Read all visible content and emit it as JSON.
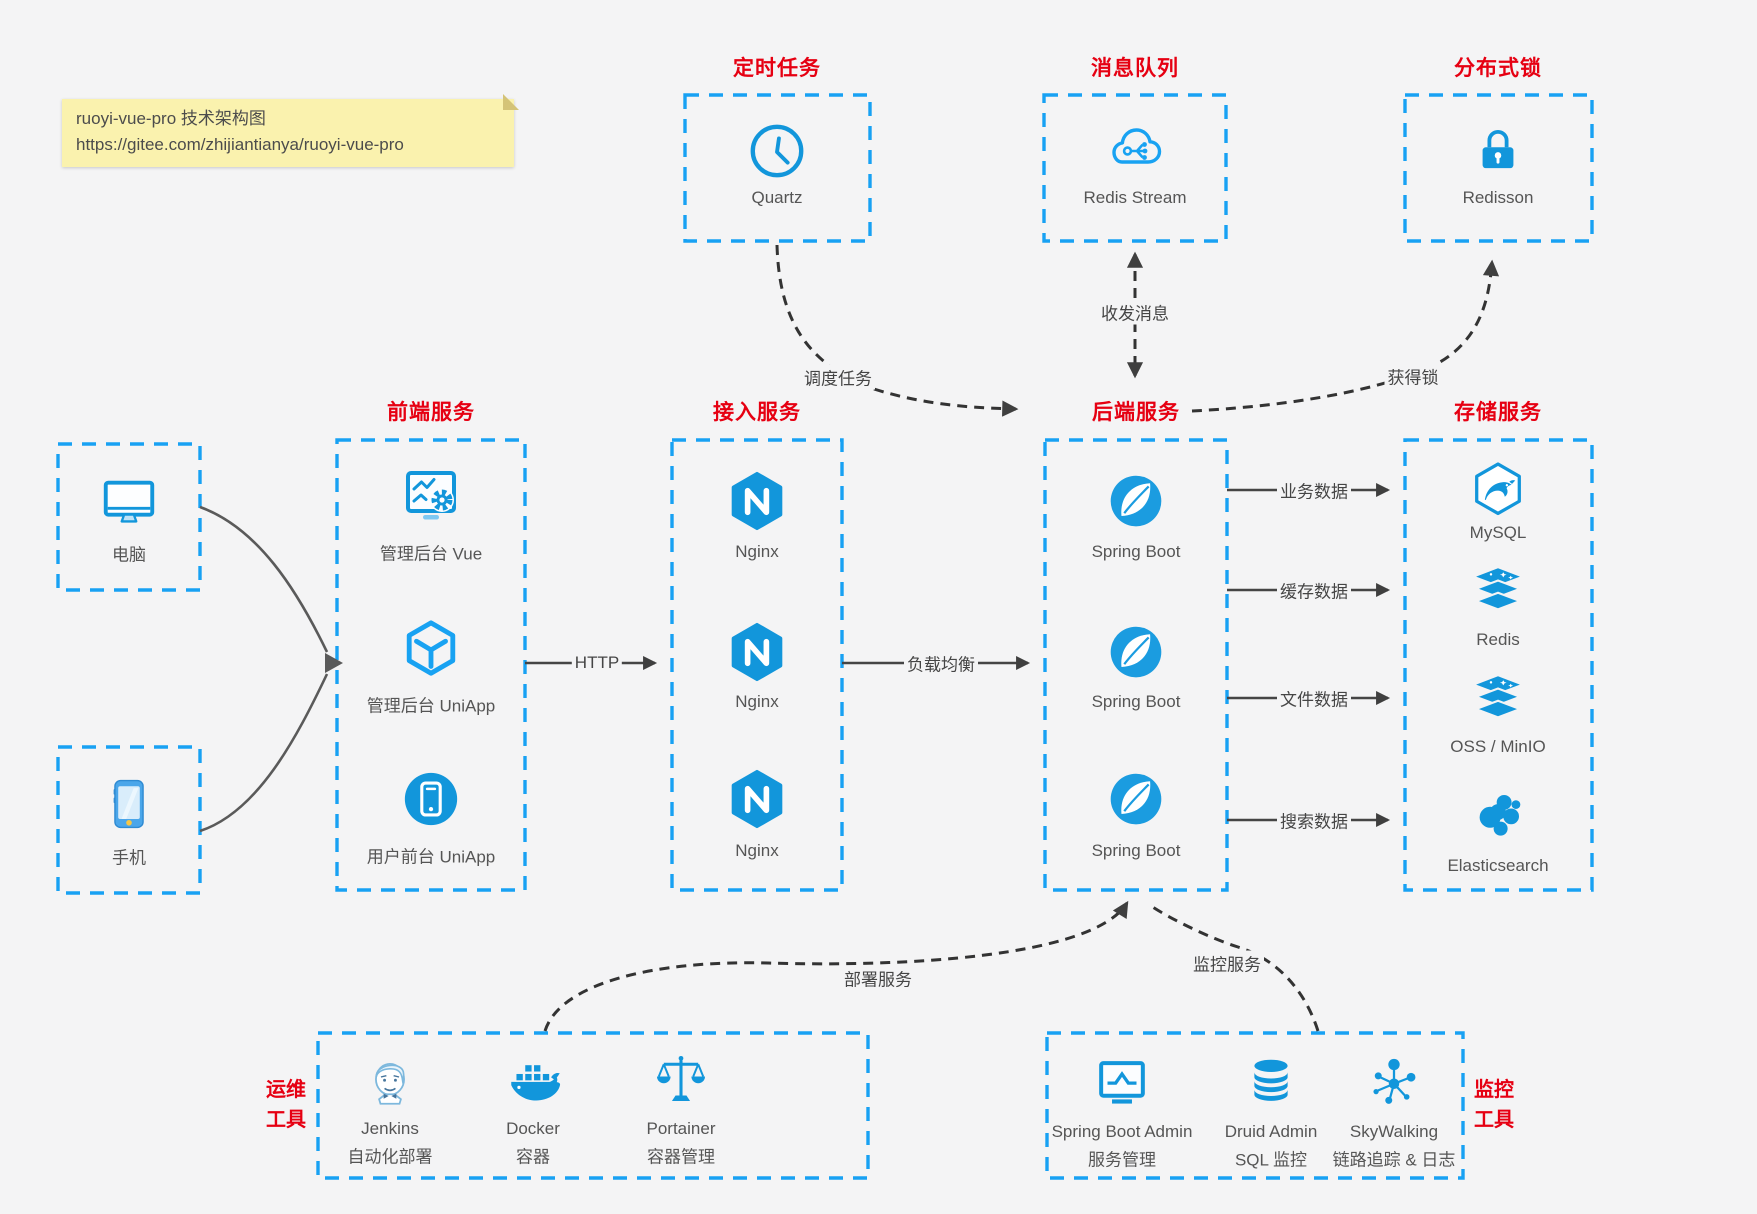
{
  "note": {
    "line1": "ruoyi-vue-pro 技术架构图",
    "line2": "https://gitee.com/zhijiantianya/ruoyi-vue-pro"
  },
  "colors": {
    "box_border": "#18a1f3",
    "icon_blue": "#1296db",
    "title_red": "#e60012",
    "note_bg": "#faf2ae",
    "canvas_bg": "#f4f4f5",
    "arrow_dark": "#3f3f3f"
  },
  "top_groups": [
    {
      "title": "定时任务",
      "label": "Quartz",
      "icon": "clock-icon"
    },
    {
      "title": "消息队列",
      "label": "Redis Stream",
      "icon": "redis-stream-cloud-icon"
    },
    {
      "title": "分布式锁",
      "label": "Redisson",
      "icon": "lock-icon"
    }
  ],
  "clients": [
    {
      "label": "电脑",
      "icon": "desktop-icon"
    },
    {
      "label": "手机",
      "icon": "mobile-icon"
    }
  ],
  "columns": [
    {
      "title": "前端服务",
      "items": [
        {
          "label": "管理后台 Vue",
          "icon": "admin-vue-icon"
        },
        {
          "label": "管理后台 UniApp",
          "icon": "uniapp-cube-icon"
        },
        {
          "label": "用户前台 UniApp",
          "icon": "user-app-icon"
        }
      ]
    },
    {
      "title": "接入服务",
      "items": [
        {
          "label": "Nginx",
          "icon": "nginx-icon"
        },
        {
          "label": "Nginx",
          "icon": "nginx-icon"
        },
        {
          "label": "Nginx",
          "icon": "nginx-icon"
        }
      ]
    },
    {
      "title": "后端服务",
      "items": [
        {
          "label": "Spring Boot",
          "icon": "spring-boot-icon"
        },
        {
          "label": "Spring Boot",
          "icon": "spring-boot-icon"
        },
        {
          "label": "Spring Boot",
          "icon": "spring-boot-icon"
        }
      ]
    },
    {
      "title": "存储服务",
      "items": [
        {
          "label": "MySQL",
          "icon": "mysql-icon"
        },
        {
          "label": "Redis",
          "icon": "redis-stack-icon"
        },
        {
          "label": "OSS / MinIO",
          "icon": "oss-stack-icon"
        },
        {
          "label": "Elasticsearch",
          "icon": "elasticsearch-icon"
        }
      ]
    }
  ],
  "edges": {
    "http": "HTTP",
    "load_balance": "负载均衡",
    "business": "业务数据",
    "cache": "缓存数据",
    "file": "文件数据",
    "search": "搜索数据",
    "schedule": "调度任务",
    "messages": "收发消息",
    "lock": "获得锁",
    "deploy": "部署服务",
    "monitor": "监控服务"
  },
  "bottom_groups": [
    {
      "title_lines": [
        "运维",
        "工具"
      ],
      "items": [
        {
          "line1": "Jenkins",
          "line2": "自动化部署",
          "icon": "jenkins-icon"
        },
        {
          "line1": "Docker",
          "line2": "容器",
          "icon": "docker-icon"
        },
        {
          "line1": "Portainer",
          "line2": "容器管理",
          "icon": "portainer-icon"
        }
      ]
    },
    {
      "title_lines": [
        "监控",
        "工具"
      ],
      "items": [
        {
          "line1": "Spring Boot Admin",
          "line2": "服务管理",
          "icon": "springboot-admin-icon"
        },
        {
          "line1": "Druid Admin",
          "line2": "SQL 监控",
          "icon": "druid-icon"
        },
        {
          "line1": "SkyWalking",
          "line2": "链路追踪 & 日志",
          "icon": "skywalking-icon"
        }
      ]
    }
  ]
}
